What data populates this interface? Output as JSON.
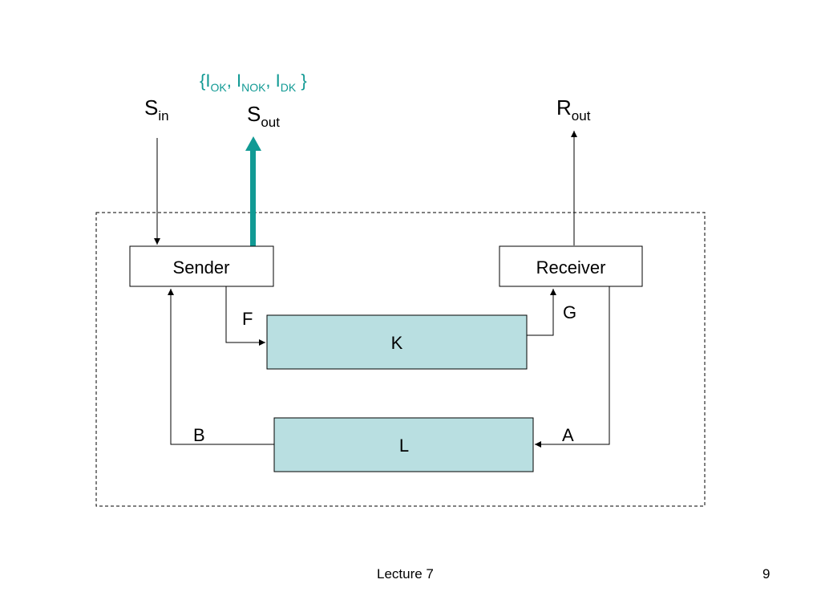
{
  "diagram": {
    "colors": {
      "accent": "#119a94",
      "block_fill": "#b9dfe1",
      "line": "#000000"
    },
    "outputs_set": {
      "open": "{",
      "items": [
        {
          "base": "I",
          "sub": "OK",
          "sep": ", "
        },
        {
          "base": "I",
          "sub": "NOK",
          "sep": ", "
        },
        {
          "base": "I",
          "sub": "DK",
          "sep": " }"
        }
      ]
    },
    "signals": {
      "s_in": {
        "base": "S",
        "sub": "in"
      },
      "s_out": {
        "base": "S",
        "sub": "out"
      },
      "r_out": {
        "base": "R",
        "sub": "out"
      }
    },
    "boxes": {
      "sender": "Sender",
      "receiver": "Receiver",
      "k": "K",
      "l": "L"
    },
    "channel_labels": {
      "f": "F",
      "g": "G",
      "a": "A",
      "b": "B"
    }
  },
  "footer": {
    "lecture": "Lecture 7",
    "page": "9"
  }
}
